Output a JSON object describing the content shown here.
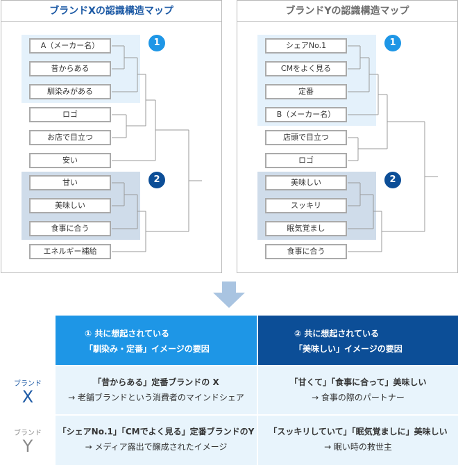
{
  "brand_x": {
    "title": "ブランドXの認識構造マップ",
    "items": [
      "A（メーカー名）",
      "昔からある",
      "馴染みがある",
      "ロゴ",
      "お店で目立つ",
      "安い",
      "甘い",
      "美味しい",
      "食事に合う",
      "エネルギー補給"
    ],
    "badge1": "1",
    "badge2": "2"
  },
  "brand_y": {
    "title": "ブランドYの認識構造マップ",
    "items": [
      "シェアNo.1",
      "CMをよく見る",
      "定番",
      "B（メーカー名）",
      "店頭で目立つ",
      "ロゴ",
      "美味しい",
      "スッキリ",
      "眠気覚まし",
      "食事に合う"
    ],
    "badge1": "1",
    "badge2": "2"
  },
  "table": {
    "col1": {
      "line1": "① 共に想起されている",
      "line2": "「馴染み・定番」イメージの要因"
    },
    "col2": {
      "line1": "② 共に想起されている",
      "line2": "「美味しい」イメージの要因"
    },
    "row_x": {
      "label_small": "ブランド",
      "label_big": "X",
      "cell1_line1": "「昔からある」定番ブランドの X",
      "cell1_line2": "→ 老舗ブランドという消費者のマインドシェア",
      "cell2_line1": "「甘くて」「食事に合って」美味しい",
      "cell2_line2": "→ 食事の際のパートナー"
    },
    "row_y": {
      "label_small": "ブランド",
      "label_big": "Y",
      "cell1_line1": "「シェアNo.1」「CMでよく見る」定番ブランドのY",
      "cell1_line2": "→ メディア露出で醸成されたイメージ",
      "cell2_line1": "「スッキリしていて」「眠気覚ましに」美味しい",
      "cell2_line2": "→ 眠い時の救世主"
    }
  },
  "colors": {
    "accent_light": "#1e96e6",
    "accent_dark": "#0c4e97",
    "group1_bg": "#e4f1fb",
    "group2_bg": "#cfdcea",
    "arrow": "#a9c4e1"
  }
}
